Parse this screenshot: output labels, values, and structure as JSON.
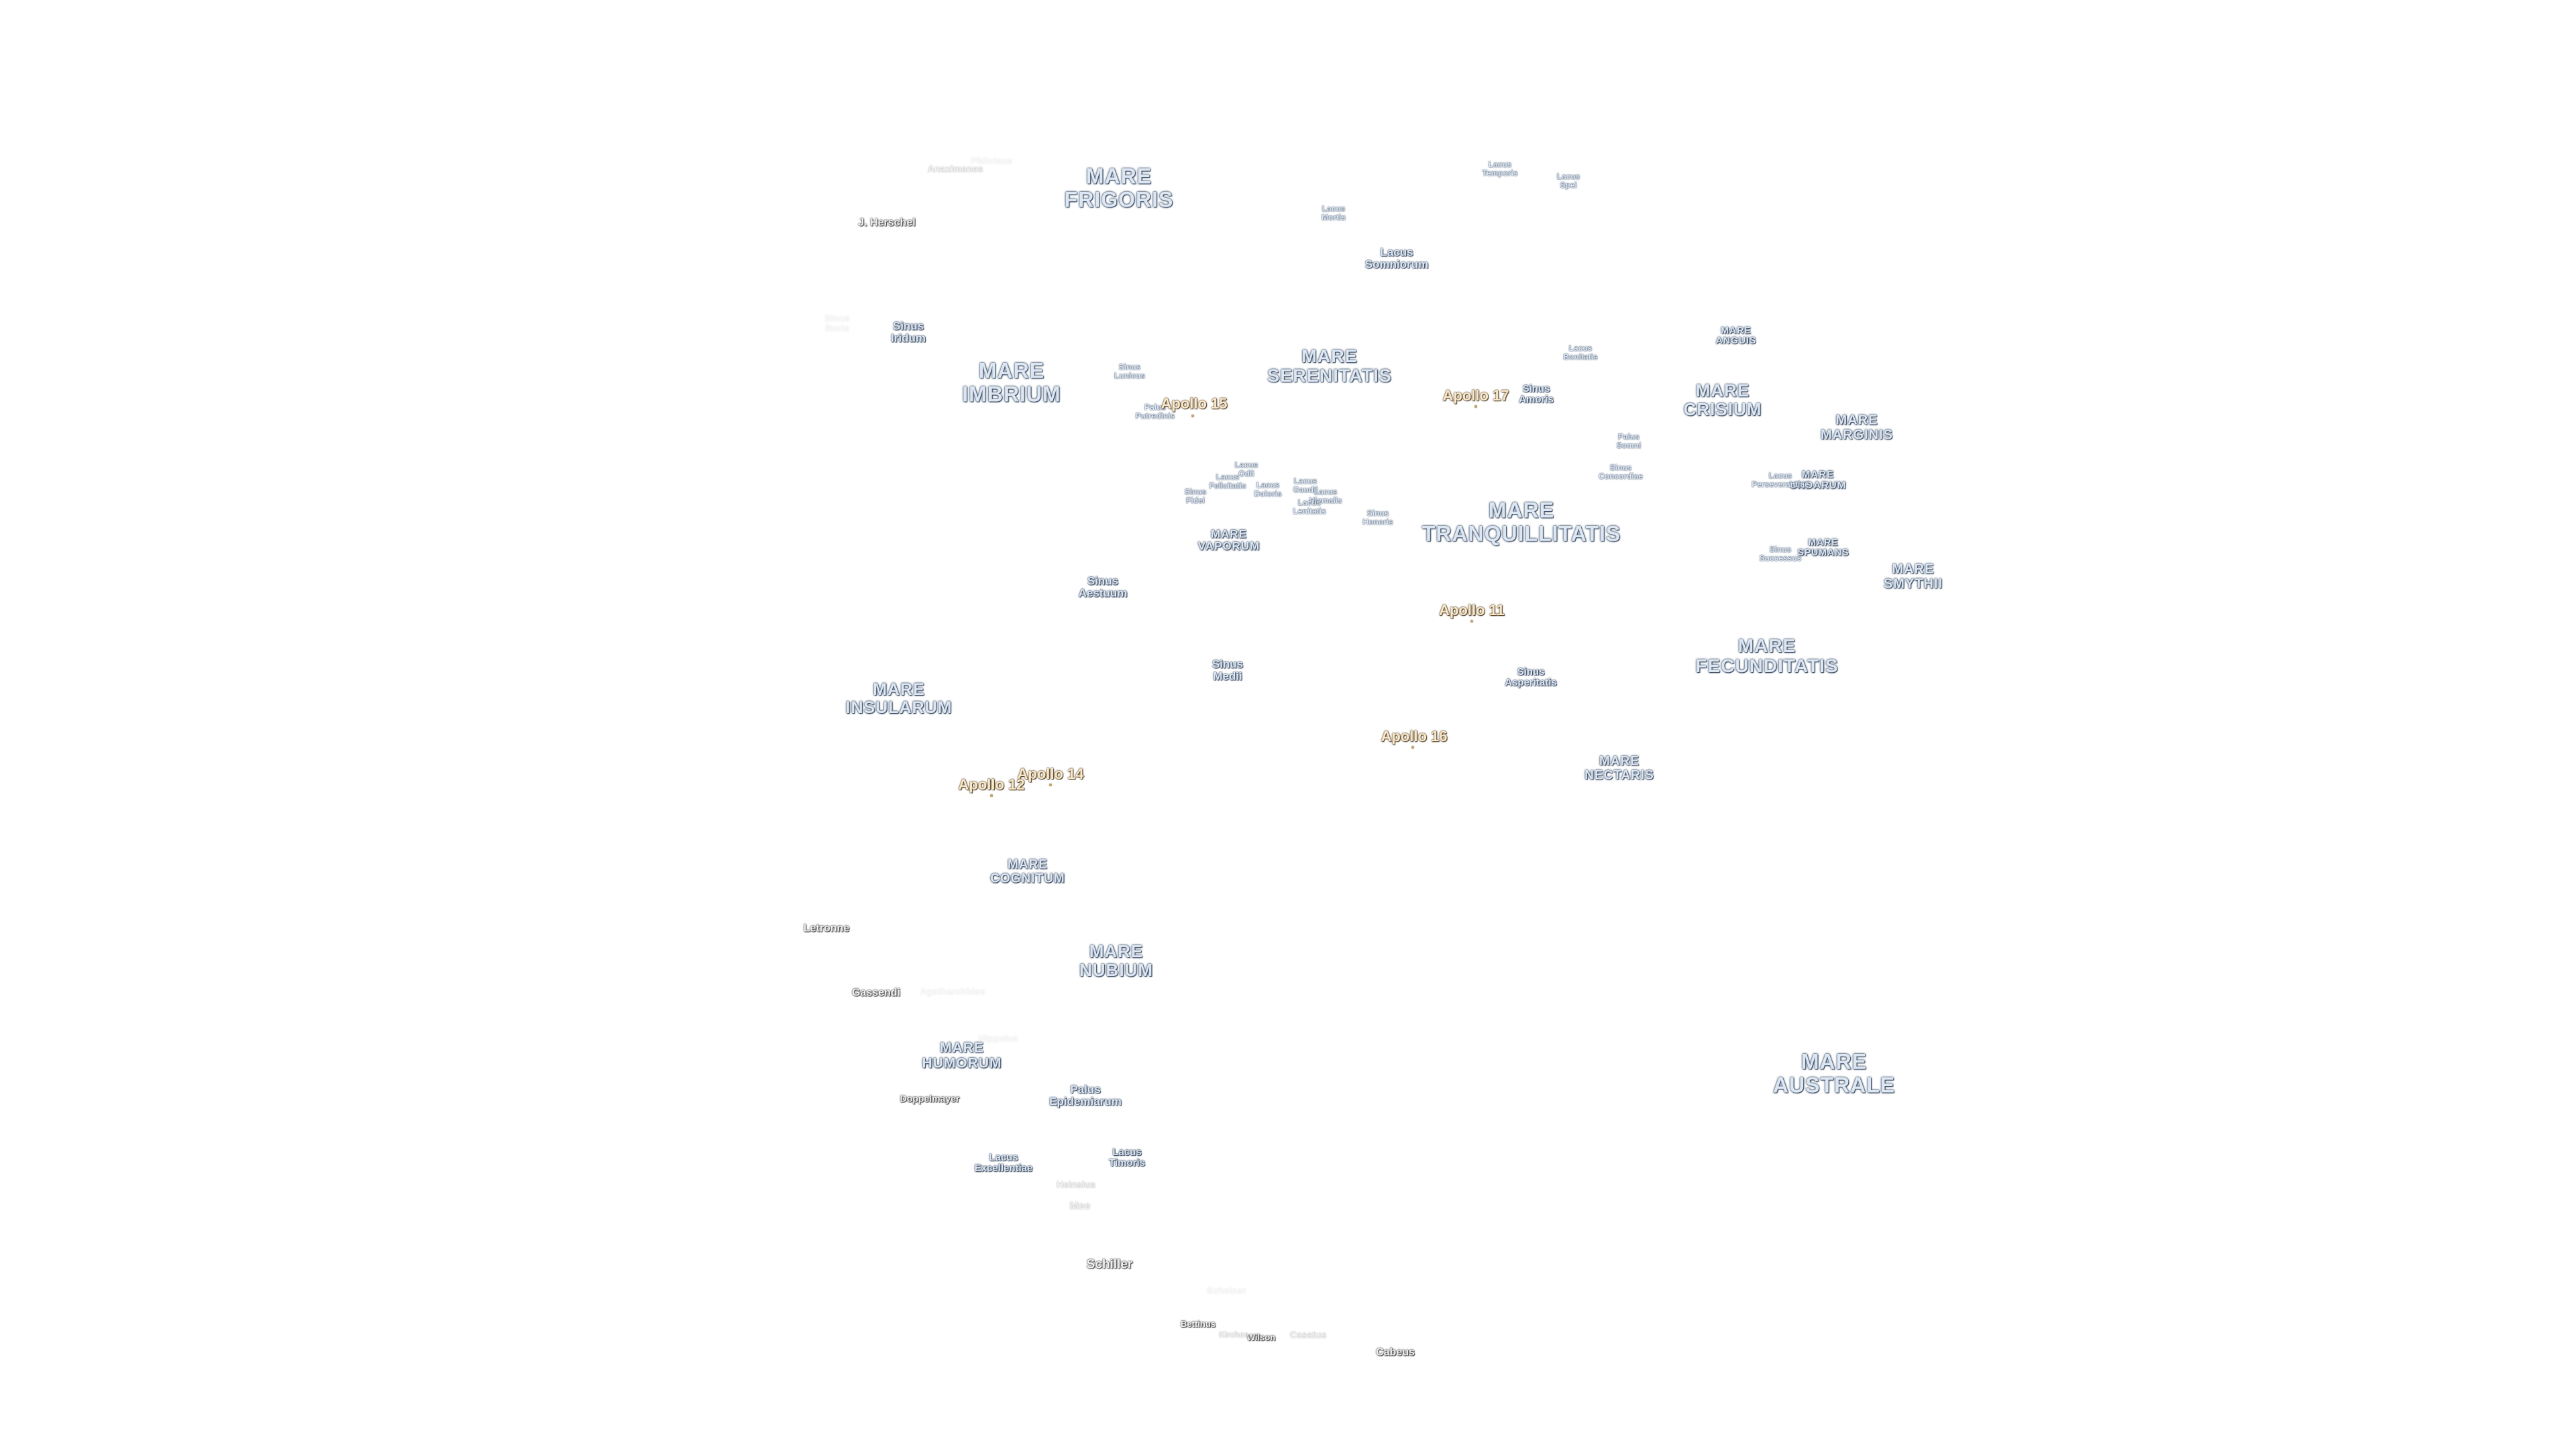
{
  "maria": [
    {
      "id": "mare-frigoris",
      "text": "MARE\nFRIGORIS"
    },
    {
      "id": "mare-imbrium",
      "text": "MARE\nIMBRIUM"
    },
    {
      "id": "mare-serenitatis",
      "text": "MARE\nSERENITATIS"
    },
    {
      "id": "mare-crisium",
      "text": "MARE\nCRISIUM"
    },
    {
      "id": "mare-tranquillitatis",
      "text": "MARE\nTRANQUILLITATIS"
    },
    {
      "id": "mare-fecunditatis",
      "text": "MARE\nFECUNDITATIS"
    },
    {
      "id": "mare-insularum",
      "text": "MARE\nINSULARUM"
    },
    {
      "id": "mare-nubium",
      "text": "MARE\nNUBIUM"
    },
    {
      "id": "mare-australe",
      "text": "MARE\nAUSTRALE"
    },
    {
      "id": "mare-marginis",
      "text": "MARE\nMARGINIS"
    },
    {
      "id": "mare-smythii",
      "text": "MARE\nSMYTHII"
    },
    {
      "id": "mare-nectaris",
      "text": "MARE\nNECTARIS"
    },
    {
      "id": "mare-cognitum",
      "text": "MARE\nCOGNITUM"
    },
    {
      "id": "mare-humorum",
      "text": "MARE\nHUMORUM"
    },
    {
      "id": "mare-vaporum",
      "text": "MARE\nVAPORUM"
    },
    {
      "id": "mare-undarum",
      "text": "MARE\nUNDARUM"
    },
    {
      "id": "mare-spumans",
      "text": "MARE\nSPUMANS"
    },
    {
      "id": "mare-anguis",
      "text": "MARE\nANGUIS"
    }
  ],
  "features": [
    {
      "id": "lacus-somniorum",
      "text": "Lacus\nSomniorum"
    },
    {
      "id": "sinus-iridum",
      "text": "Sinus\nIridum"
    },
    {
      "id": "sinus-aestuum",
      "text": "Sinus\nAestuum"
    },
    {
      "id": "sinus-medii",
      "text": "Sinus\nMedii"
    },
    {
      "id": "sinus-asperitatis",
      "text": "Sinus\nAsperitatis"
    },
    {
      "id": "palus-epidemiarum",
      "text": "Palus\nEpidemiarum"
    },
    {
      "id": "sinus-amoris",
      "text": "Sinus\nAmoris"
    },
    {
      "id": "lacus-excellentiae",
      "text": "Lacus\nExcellentiae"
    },
    {
      "id": "lacus-timoris",
      "text": "Lacus\nTimoris"
    },
    {
      "id": "lacus-temporis",
      "text": "Lacus\nTemporis"
    },
    {
      "id": "lacus-spei",
      "text": "Lacus\nSpei"
    },
    {
      "id": "lacus-mortis",
      "text": "Lacus\nMortis"
    },
    {
      "id": "lacus-bonitatis",
      "text": "Lacus\nBonitatis"
    },
    {
      "id": "palus-somni",
      "text": "Palus\nSomni"
    },
    {
      "id": "sinus-concordiae",
      "text": "Sinus\nConcordiae"
    },
    {
      "id": "sinus-successus",
      "text": "Sinus\nSuccessus"
    },
    {
      "id": "lacus-perseverantiae",
      "text": "Lacus\nPerseverantiae"
    },
    {
      "id": "sinus-lunicus",
      "text": "Sinus\nLunicus"
    },
    {
      "id": "palus-putredinis",
      "text": "Palus\nPutredinis"
    },
    {
      "id": "lacus-odii",
      "text": "Lacus\nOdii"
    },
    {
      "id": "lacus-felicitatis",
      "text": "Lacus\nFelicitatis"
    },
    {
      "id": "lacus-doloris",
      "text": "Lacus\nDoloris"
    },
    {
      "id": "sinus-fidei",
      "text": "Sinus\nFidei"
    },
    {
      "id": "lacus-gaudii",
      "text": "Lacus\nGaudii"
    },
    {
      "id": "lacus-hiemalis",
      "text": "Lacus\nHiemalis"
    },
    {
      "id": "lacus-lenitatis",
      "text": "Lacus\nLenitatis"
    },
    {
      "id": "sinus-honoris",
      "text": "Sinus\nHonoris"
    },
    {
      "id": "sinus-roris",
      "text": "Sinus\nRoris"
    }
  ],
  "craters": [
    {
      "id": "j-herschel",
      "text": "J. Herschel",
      "style": "crater"
    },
    {
      "id": "anaximenes",
      "text": "Anaximenes",
      "style": "crater-faint"
    },
    {
      "id": "philolaus",
      "text": "Philolaus",
      "style": "crater-ghost"
    },
    {
      "id": "letronne",
      "text": "Letronne",
      "style": "crater"
    },
    {
      "id": "gassendi",
      "text": "Gassendi",
      "style": "crater"
    },
    {
      "id": "agatharchides",
      "text": "Agatharchides",
      "style": "crater-ghost"
    },
    {
      "id": "hippalus",
      "text": "Hippalus",
      "style": "crater-ghost"
    },
    {
      "id": "doppelmayer",
      "text": "Doppelmayer",
      "style": "crater"
    },
    {
      "id": "heinsius",
      "text": "Heinsius",
      "style": "crater-faint"
    },
    {
      "id": "mee",
      "text": "Mee",
      "style": "crater-faint"
    },
    {
      "id": "schiller",
      "text": "Schiller",
      "style": "crater"
    },
    {
      "id": "scheiner",
      "text": "Scheiner",
      "style": "crater-ghost"
    },
    {
      "id": "bettinus",
      "text": "Bettinus",
      "style": "crater"
    },
    {
      "id": "kircher",
      "text": "Kircher",
      "style": "crater-faint"
    },
    {
      "id": "wilson",
      "text": "Wilson",
      "style": "crater"
    },
    {
      "id": "casatus",
      "text": "Casatus",
      "style": "crater-faint"
    },
    {
      "id": "cabeus",
      "text": "Cabeus",
      "style": "crater"
    }
  ],
  "apollo_sites": [
    {
      "id": "apollo-15",
      "text": "Apollo 15"
    },
    {
      "id": "apollo-17",
      "text": "Apollo 17"
    },
    {
      "id": "apollo-11",
      "text": "Apollo 11"
    },
    {
      "id": "apollo-16",
      "text": "Apollo 16"
    },
    {
      "id": "apollo-14",
      "text": "Apollo 14"
    },
    {
      "id": "apollo-12",
      "text": "Apollo 12"
    }
  ],
  "colors": {
    "background": "#ffffff",
    "mare_label": "#dde6f3",
    "apollo_label": "#f9e8c8"
  }
}
